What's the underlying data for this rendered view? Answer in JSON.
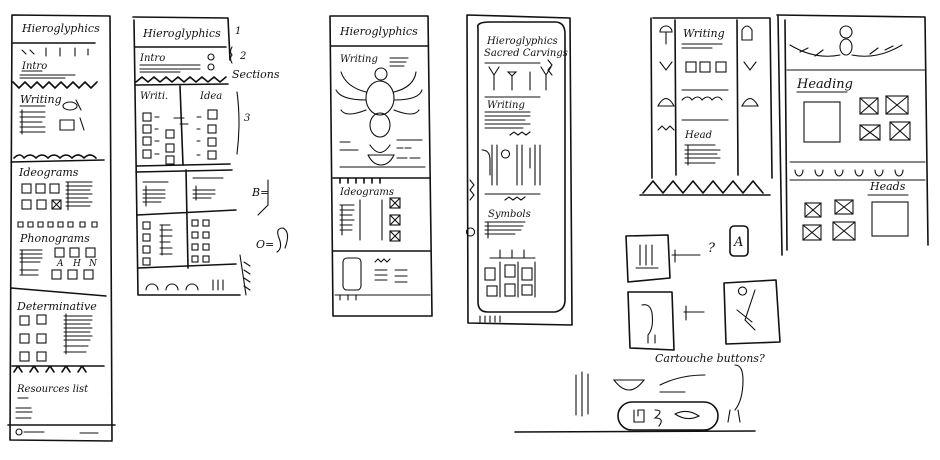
{
  "sketches": {
    "s1": {
      "title": "Hieroglyphics",
      "intro": "Intro",
      "writing": "Writing",
      "ideograms": "Ideograms",
      "phonograms": "Phonograms",
      "phonogram_letters": [
        "A",
        "H",
        "N"
      ],
      "determinative": "Determinative",
      "resources": "Resources list"
    },
    "s2": {
      "title": "Hieroglyphics",
      "intro": "Intro",
      "writing": "Writi.",
      "idea": "Idea",
      "note_1": "1",
      "note_2": "2",
      "note_sections": "Sections",
      "note_3": "3",
      "note_b": "B=",
      "note_o": "O="
    },
    "s3": {
      "title": "Hieroglyphics",
      "writing": "Writing",
      "ideograms": "Ideograms"
    },
    "s4": {
      "title_1": "Hieroglyphics",
      "title_2": "Sacred Carvings",
      "writing": "Writing",
      "symbols": "Symbols"
    },
    "s5": {
      "writing": "Writing",
      "head": "Head"
    },
    "s6": {
      "heading": "Heading",
      "heads": "Heads"
    },
    "cartouches": {
      "question": "?",
      "letter": "A",
      "caption": "Cartouche buttons?"
    }
  },
  "colors": {
    "ink": "#111111",
    "paper": "#ffffff"
  }
}
